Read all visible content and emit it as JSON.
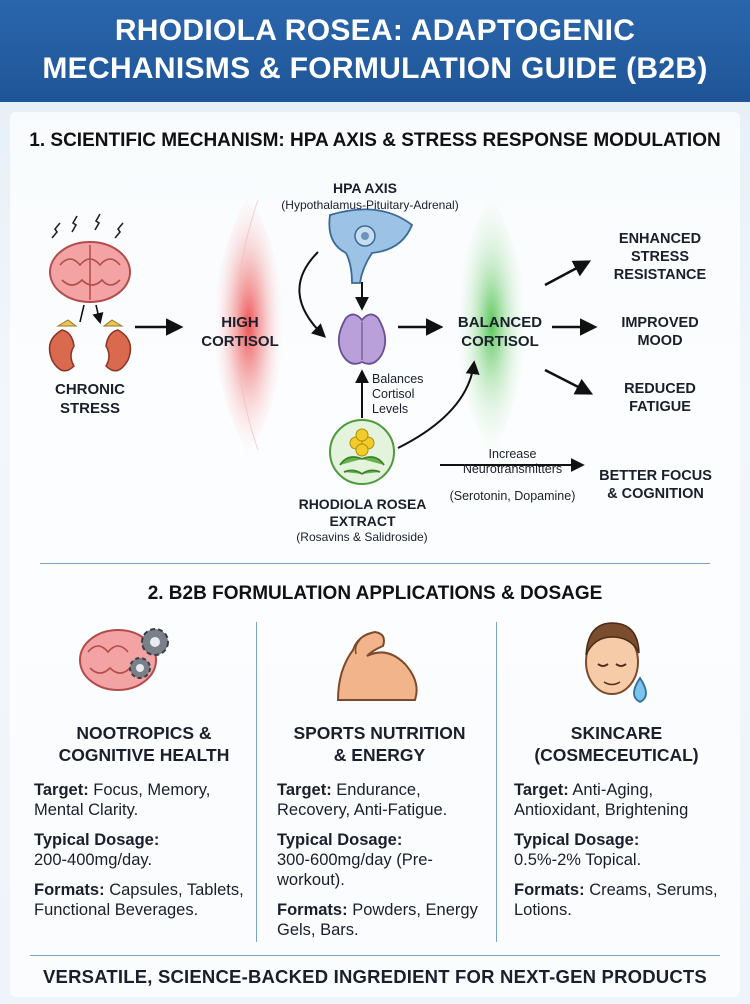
{
  "header": {
    "line1": "RHODIOLA ROSEA: ADAPTOGENIC",
    "line2": "MECHANISMS & FORMULATION GUIDE (B2B)"
  },
  "section1": {
    "title": "1. SCIENTIFIC MECHANISM: HPA AXIS & STRESS RESPONSE MODULATION",
    "hpa_title": "HPA AXIS",
    "hpa_sub": "(Hypothalamus-Pituitary-Adrenal)",
    "chronic_line1": "CHRONIC",
    "chronic_line2": "STRESS",
    "high_line1": "HIGH",
    "high_line2": "CORTISOL",
    "balanced_line1": "BALANCED",
    "balanced_line2": "CORTISOL",
    "balances_line1": "Balances",
    "balances_line2": "Cortisol",
    "balances_line3": "Levels",
    "extract_line1": "RHODIOLA ROSEA",
    "extract_line2": "EXTRACT",
    "extract_sub": "(Rosavins & Salidroside)",
    "increase_line1": "Increase",
    "increase_line2": "Neurotransmitters",
    "increase_sub": "(Serotonin, Dopamine)",
    "outcomes": {
      "stress_line1": "ENHANCED",
      "stress_line2": "STRESS",
      "stress_line3": "RESISTANCE",
      "mood_line1": "IMPROVED",
      "mood_line2": "MOOD",
      "fatigue_line1": "REDUCED",
      "fatigue_line2": "FATIGUE",
      "focus_line1": "BETTER FOCUS",
      "focus_line2": "& COGNITION"
    }
  },
  "section2": {
    "title": "2. B2B FORMULATION APPLICATIONS & DOSAGE",
    "columns": [
      {
        "title_line1": "NOOTROPICS &",
        "title_line2": "COGNITIVE HEALTH",
        "target_label": "Target:",
        "target": "Focus, Memory, Mental Clarity.",
        "dosage_label": "Typical Dosage:",
        "dosage": "200-400mg/day.",
        "formats_label": "Formats:",
        "formats": "Capsules, Tablets, Functional Beverages."
      },
      {
        "title_line1": "SPORTS NUTRITION",
        "title_line2": "& ENERGY",
        "target_label": "Target:",
        "target": "Endurance, Recovery, Anti-Fatigue.",
        "dosage_label": "Typical Dosage:",
        "dosage": "300-600mg/day (Pre-workout).",
        "formats_label": "Formats:",
        "formats": "Powders, Energy Gels, Bars."
      },
      {
        "title_line1": "SKINCARE",
        "title_line2": "(COSMECEUTICAL)",
        "target_label": "Target:",
        "target": "Anti-Aging, Antioxidant, Brightening",
        "dosage_label": "Typical Dosage:",
        "dosage": "0.5%-2% Topical.",
        "formats_label": "Formats:",
        "formats": "Creams, Serums, Lotions."
      }
    ]
  },
  "footer": "VERSATILE, SCIENCE-BACKED INGREDIENT FOR NEXT-GEN PRODUCTS",
  "colors": {
    "header_blue": "#2263a6",
    "cortisol_high": "#e84a4a",
    "cortisol_balanced": "#4cbf4c",
    "brain_pink": "#f09a9a",
    "adrenal_purple": "#a98ccf"
  },
  "icons": [
    "brain-stress-icon",
    "kidney-icon",
    "hpa-gland-icon",
    "adrenal-gland-icon",
    "rhodiola-flower-icon",
    "brain-gears-icon",
    "flexed-arm-icon",
    "face-droplet-icon"
  ]
}
